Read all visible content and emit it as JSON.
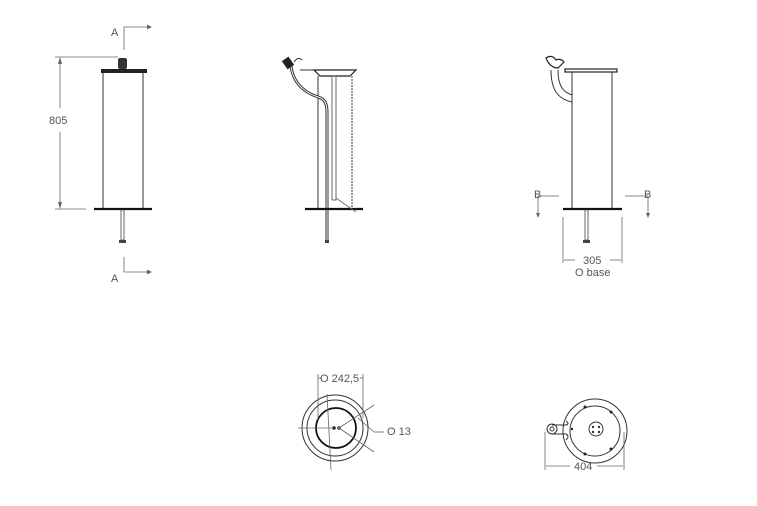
{
  "drawing": {
    "views": {
      "front": {
        "section_label_top": "A",
        "section_label_bottom": "A",
        "height_dim": "805"
      },
      "section": {},
      "side": {
        "section_label_left": "B",
        "section_label_right": "B",
        "base_dim": "305",
        "base_dim_note": "O base"
      },
      "plan_section": {
        "diameter_dim": "O 242,5",
        "hole_dim": "O 13"
      },
      "plan_top": {
        "width_dim": "404"
      }
    }
  }
}
